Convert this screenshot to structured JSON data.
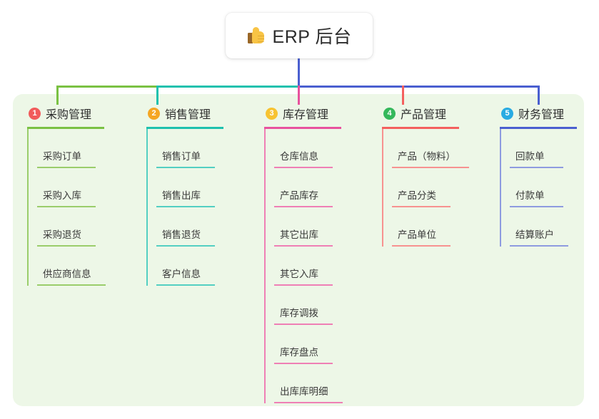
{
  "diagram": {
    "type": "mind-map",
    "root": {
      "icon": "thumbs-up-icon",
      "title": "ERP 后台"
    },
    "panel_color": "#EDF7E7",
    "branches": [
      {
        "index": "1",
        "title": "采购管理",
        "badge_color": "#F15B5B",
        "line_color": "#7AC143",
        "children": [
          "采购订单",
          "采购入库",
          "采购退货",
          "供应商信息"
        ]
      },
      {
        "index": "2",
        "title": "销售管理",
        "badge_color": "#F5A623",
        "line_color": "#1EC1AE",
        "children": [
          "销售订单",
          "销售出库",
          "销售退货",
          "客户信息"
        ]
      },
      {
        "index": "3",
        "title": "库存管理",
        "badge_color": "#F7C331",
        "line_color": "#E8529E",
        "children": [
          "仓库信息",
          "产品库存",
          "其它出库",
          "其它入库",
          "库存调拨",
          "库存盘点",
          "出库库明细"
        ]
      },
      {
        "index": "4",
        "title": "产品管理",
        "badge_color": "#34B85B",
        "line_color": "#F4605E",
        "children": [
          "产品（物料）",
          "产品分类",
          "产品单位"
        ]
      },
      {
        "index": "5",
        "title": "财务管理",
        "badge_color": "#29ABE2",
        "line_color": "#4A5FD0",
        "children": [
          "回款单",
          "付款单",
          "结算账户"
        ]
      }
    ],
    "connectors": {
      "trunk_color": "#4A5FD0",
      "segment_colors": [
        "#7AC143",
        "#1EC1AE",
        "#4A5FD0",
        "#4A5FD0"
      ]
    }
  }
}
